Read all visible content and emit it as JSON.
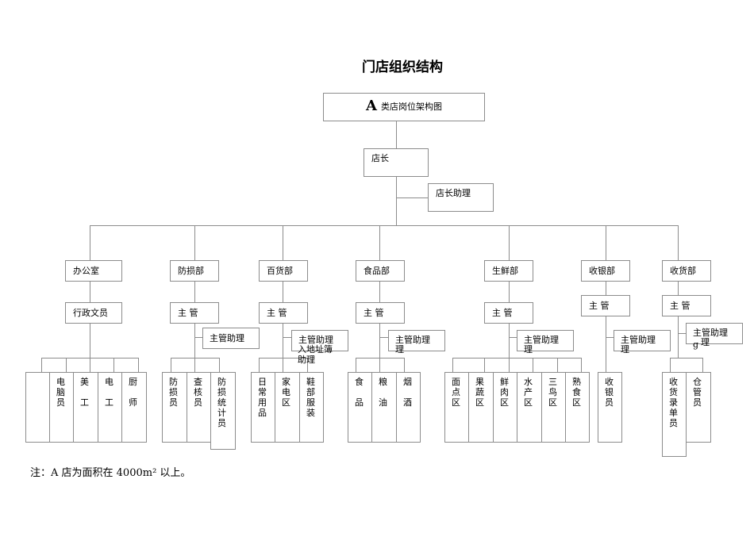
{
  "title": "门店组织结构",
  "header_box": {
    "letter": "A",
    "text": "类店岗位架构图"
  },
  "store_manager": "店长",
  "store_manager_assistant": "店长助理",
  "departments": [
    {
      "name": "办公室",
      "role": "行政文员",
      "leaves": [
        "",
        "电\n脑\n员",
        "美\n\n工",
        "电\n\n工",
        "厨\n\n师"
      ]
    },
    {
      "name": "防损部",
      "role": "主 管",
      "assistant": "主管助理",
      "leaves": [
        "防\n损\n员",
        "查\n核\n员",
        "防\n损\n统\n计\n员"
      ]
    },
    {
      "name": "百货部",
      "role": "主 管",
      "assistant": [
        "主管助理",
        "助理"
      ],
      "leaves": [
        "日\n常\n用\n品",
        "家\n电\n区",
        "鞋\n部\n服\n装"
      ]
    },
    {
      "name": "食品部",
      "role": "主 管",
      "assistant": [
        "主管助理",
        "理"
      ],
      "leaves": [
        "食\n\n品",
        "粮\n\n油",
        "烟\n\n酒"
      ]
    },
    {
      "name": "生鲜部",
      "role": "主 管",
      "assistant": [
        "主管助理",
        "理"
      ],
      "leaves": [
        "面\n点\n区",
        "果\n蔬\n区",
        "鲜\n肉\n区",
        "水\n产\n区",
        "三\n鸟\n区",
        "熟\n食\n区"
      ]
    },
    {
      "name": "收银部",
      "role": "主 管",
      "assistant": [
        "主管助理",
        "理"
      ],
      "leaves": [
        "收\n银\n员"
      ]
    },
    {
      "name": "收货部",
      "role": "主 管",
      "assistant": [
        "主管助理",
        "理"
      ],
      "leaves": [
        "收\n货\n录\n单\n员",
        "仓\n管\n员"
      ]
    }
  ],
  "overlap_text": {
    "general_dept": "入地址簿",
    "receiving_dept": "g"
  },
  "note": "注：A 店为面积在 4000m² 以上。"
}
